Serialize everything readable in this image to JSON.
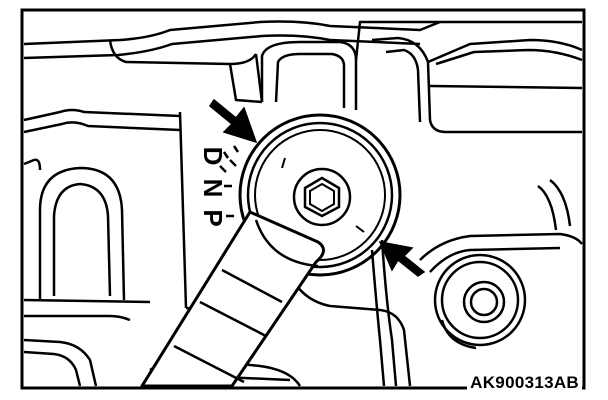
{
  "figure": {
    "reference_code": "AK900313AB",
    "range_labels": [
      "P",
      "N",
      "D"
    ]
  },
  "colors": {
    "line": "#000000",
    "background": "#ffffff"
  },
  "icons": {
    "arrow_upper": "arrow-icon",
    "arrow_lower": "arrow-icon"
  }
}
